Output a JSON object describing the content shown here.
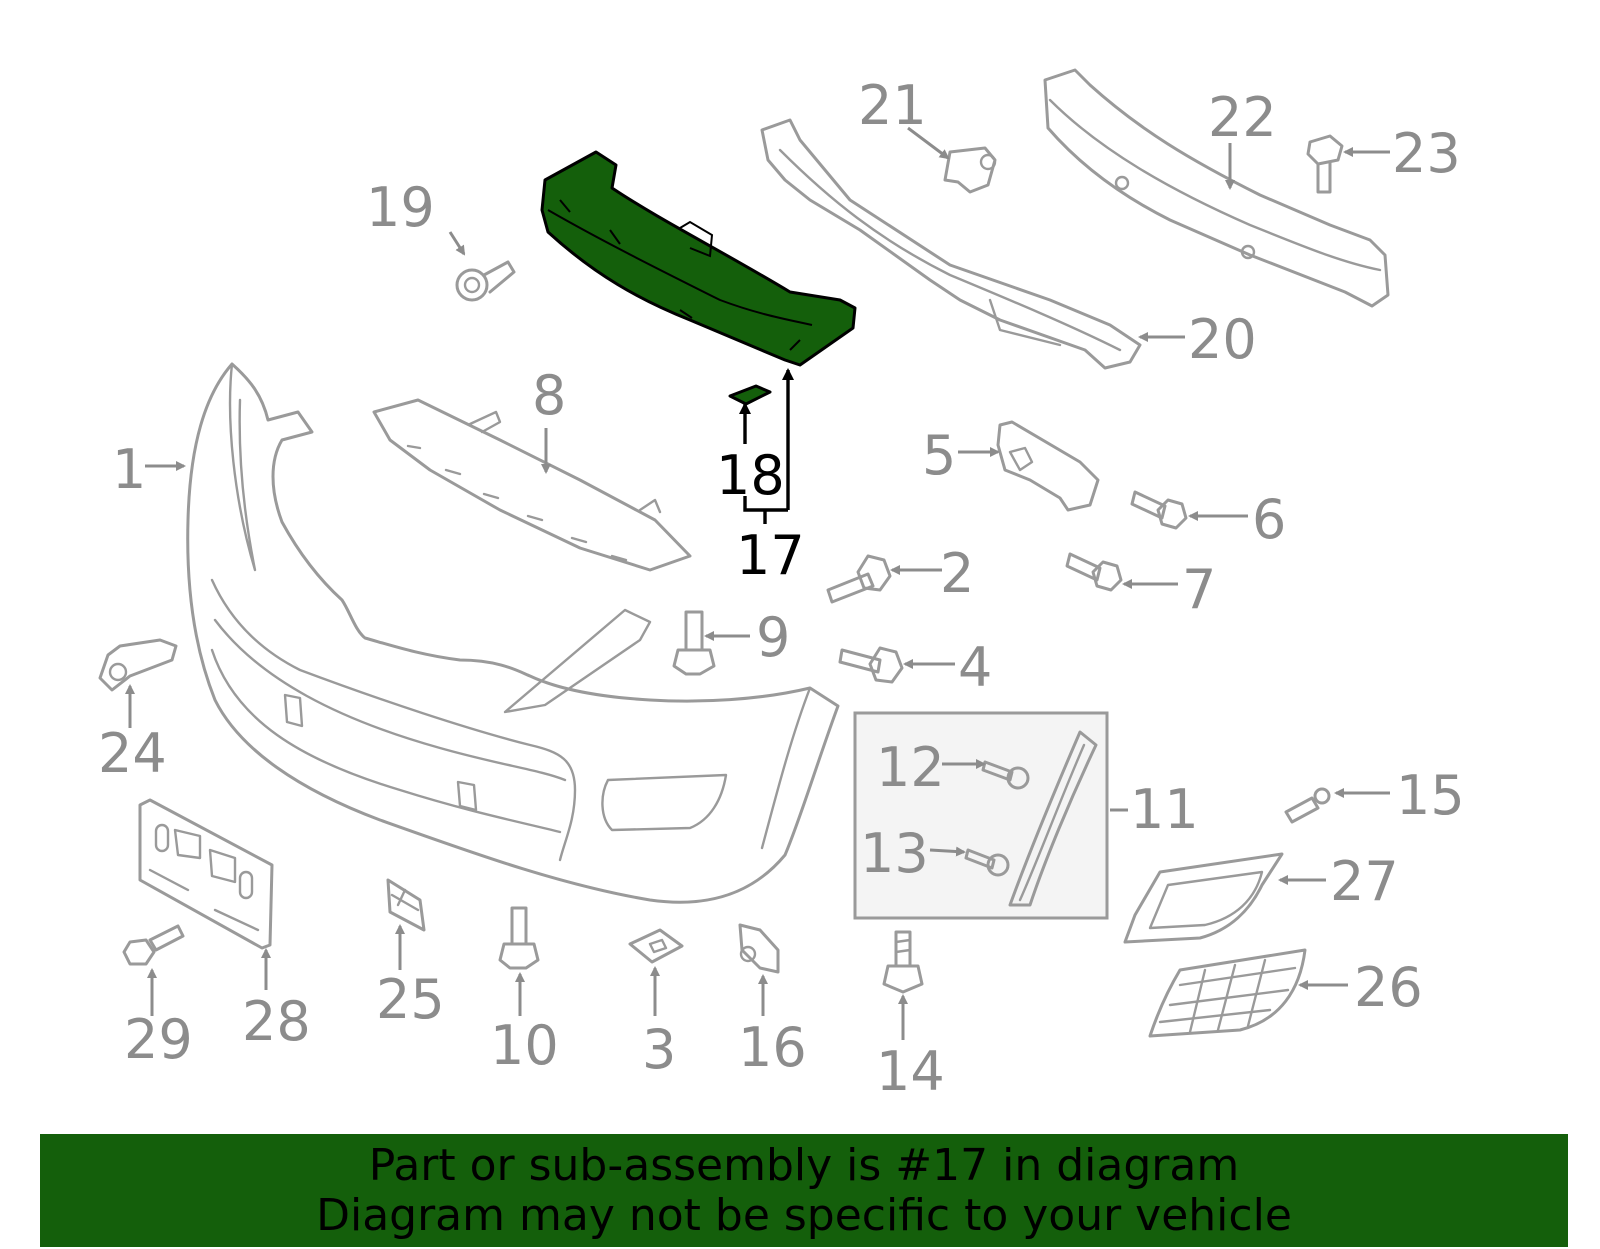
{
  "diagram": {
    "callouts": {
      "c1": "1",
      "c2": "2",
      "c3": "3",
      "c4": "4",
      "c5": "5",
      "c6": "6",
      "c7": "7",
      "c8": "8",
      "c9": "9",
      "c10": "10",
      "c11": "11",
      "c12": "12",
      "c13": "13",
      "c14": "14",
      "c15": "15",
      "c16": "16",
      "c17": "17",
      "c18": "18",
      "c19": "19",
      "c20": "20",
      "c21": "21",
      "c22": "22",
      "c23": "23",
      "c24": "24",
      "c25": "25",
      "c26": "26",
      "c27": "27",
      "c28": "28",
      "c29": "29"
    },
    "highlighted_part": "17"
  },
  "colors": {
    "highlight": "#145f0b",
    "banner_background": "#145f0b",
    "part_line": "#9a9a9a",
    "callout_text": "#8c8c8c",
    "highlight_callout": "#000000"
  },
  "banner": {
    "line1": "Part or sub-assembly is #17 in diagram",
    "line2": "Diagram may not be specific to your vehicle"
  }
}
